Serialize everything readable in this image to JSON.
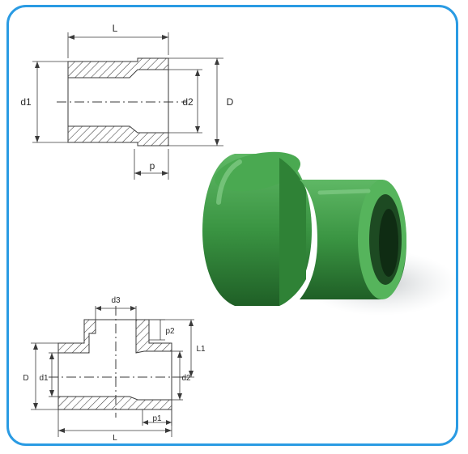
{
  "colors": {
    "frame_border": "#2a9be3",
    "fitting_green": "#3f9a46",
    "line_color": "#3a3a3a"
  },
  "reducer_drawing": {
    "labels": {
      "length": "L",
      "inner_diameter_large": "d1",
      "inner_diameter_small": "d2",
      "outer_diameter": "D",
      "socket_depth": "p"
    }
  },
  "tee_drawing": {
    "labels": {
      "branch_diameter": "d3",
      "branch_socket_depth": "p2",
      "branch_length": "L1",
      "outer_diameter": "D",
      "inner_diameter_large": "d1",
      "inner_diameter_small": "d2",
      "run_socket_depth": "p1",
      "length": "L"
    }
  },
  "photo": {
    "subject": "green reducer fitting"
  }
}
